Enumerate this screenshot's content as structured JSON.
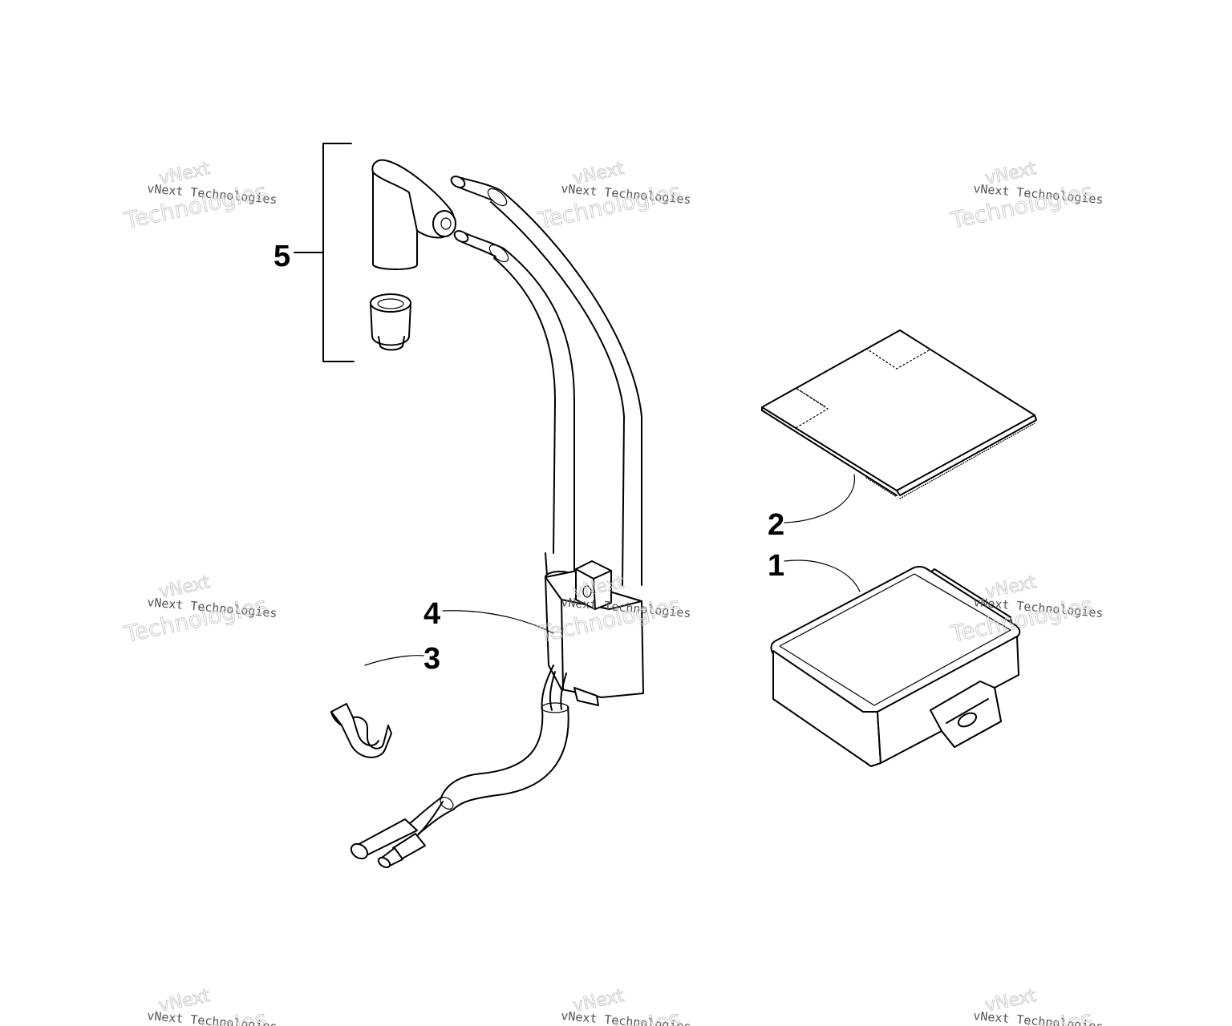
{
  "diagram": {
    "callouts": [
      {
        "id": "1",
        "label": "1"
      },
      {
        "id": "2",
        "label": "2"
      },
      {
        "id": "3",
        "label": "3"
      },
      {
        "id": "4",
        "label": "4"
      },
      {
        "id": "5",
        "label": "5"
      }
    ],
    "watermark": {
      "line1": "vNext",
      "line2": "vNext Technologies",
      "line3": "Technologies"
    }
  }
}
